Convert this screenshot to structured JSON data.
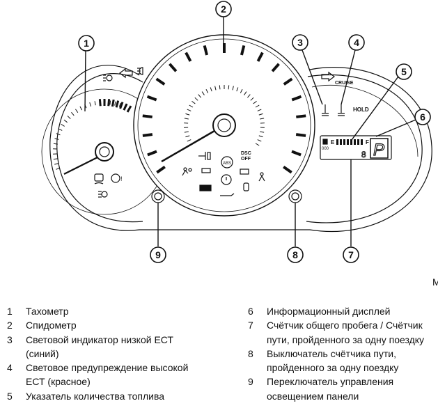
{
  "diagram": {
    "callouts": [
      "1",
      "2",
      "3",
      "4",
      "5",
      "6",
      "7",
      "8",
      "9"
    ],
    "labels": {
      "cruise": "CRUISE",
      "hold": "HOLD",
      "dsc": "DSC",
      "off": "OFF",
      "abs": "ABS",
      "fuel_e": "E",
      "fuel_f": "F",
      "gear": "P",
      "gear_digit": "8",
      "odo": "000"
    }
  },
  "page_marker": "M",
  "legend": {
    "left": [
      {
        "n": "1",
        "lines": [
          "Тахометр"
        ]
      },
      {
        "n": "2",
        "lines": [
          "Спидометр"
        ]
      },
      {
        "n": "3",
        "lines": [
          "Световой индикатор низкой ЕСТ",
          "(синий)"
        ]
      },
      {
        "n": "4",
        "lines": [
          "Световое предупреждение высокой",
          "ЕСТ (красное)"
        ]
      },
      {
        "n": "5",
        "lines": [
          "Указатель количества топлива"
        ]
      }
    ],
    "right": [
      {
        "n": "6",
        "lines": [
          "Информационный дисплей"
        ]
      },
      {
        "n": "7",
        "lines": [
          "Счётчик общего пробега / Счётчик",
          "пути, пройденного за одну поездку"
        ]
      },
      {
        "n": "8",
        "lines": [
          "Выключатель счётчика пути,",
          "пройденного за одну поездку"
        ]
      },
      {
        "n": "9",
        "lines": [
          "Переключатель управления",
          "освещением панели"
        ]
      }
    ]
  }
}
